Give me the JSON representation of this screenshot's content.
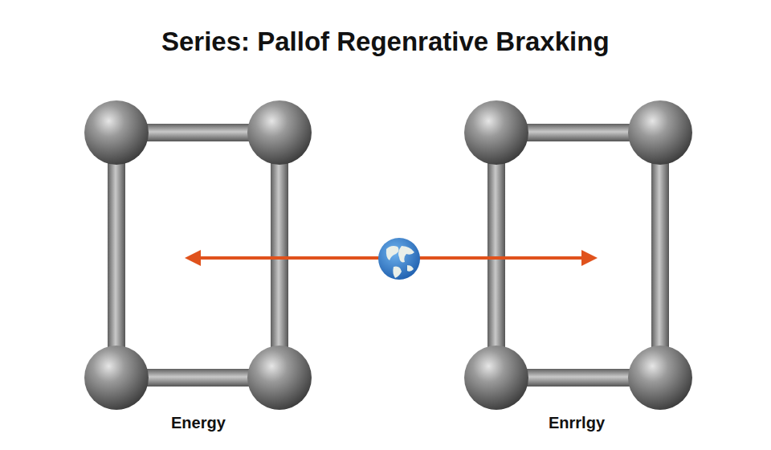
{
  "diagram": {
    "title": "Series: Pallof Regenrative Braxking",
    "labels": [
      "Energy",
      "Enrrlgy"
    ]
  }
}
